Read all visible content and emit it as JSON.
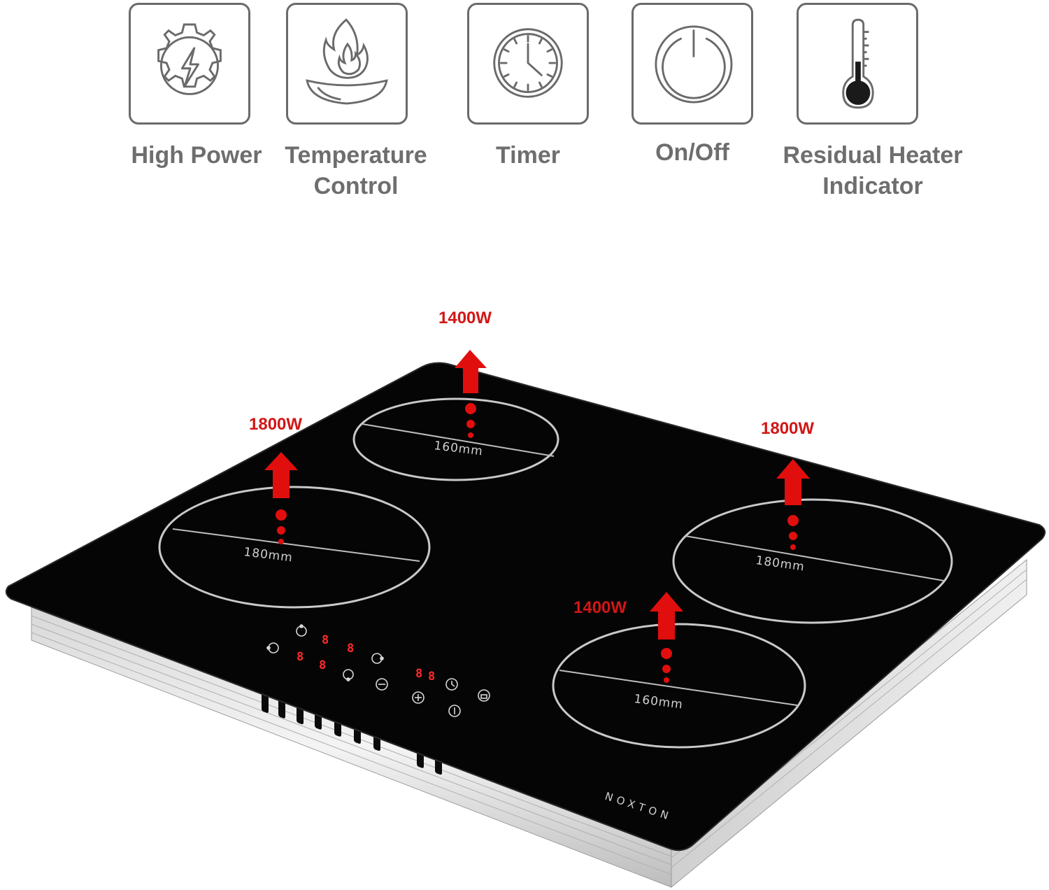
{
  "features": [
    {
      "label_lines": [
        "High Power"
      ],
      "icon": "lightning-gear-icon"
    },
    {
      "label_lines": [
        "Temperature",
        "Control"
      ],
      "icon": "flame-bowl-icon"
    },
    {
      "label_lines": [
        "Timer"
      ],
      "icon": "clock-icon"
    },
    {
      "label_lines": [
        "On/Off"
      ],
      "icon": "power-icon"
    },
    {
      "label_lines": [
        "Residual Heater",
        "Indicator"
      ],
      "icon": "thermometer-icon"
    }
  ],
  "cooktop": {
    "brand": "NOXTON",
    "zones": [
      {
        "power": "1400W",
        "diameter": "160mm"
      },
      {
        "power": "1800W",
        "diameter": "180mm"
      },
      {
        "power": "1800W",
        "diameter": "180mm"
      },
      {
        "power": "1400W",
        "diameter": "160mm"
      }
    ],
    "display_digits": "8"
  },
  "colors": {
    "accent_red": "#d21616",
    "icon_gray": "#6a6a6a",
    "label_gray": "#6e6e6e",
    "glass": "#050505"
  }
}
